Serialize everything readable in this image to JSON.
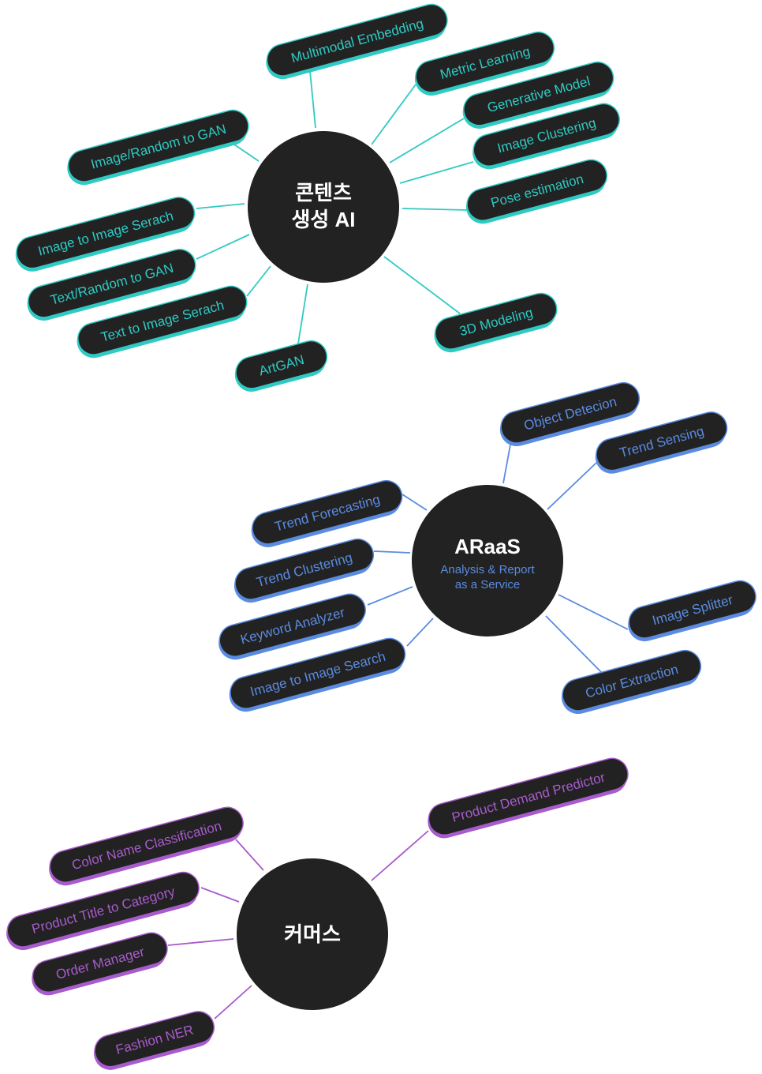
{
  "colors": {
    "teal": "#2fcac3",
    "blue": "#5a8be0",
    "purple": "#a85bcc",
    "node": "#222222",
    "hub_text": "#ffffff"
  },
  "groups": [
    {
      "id": "content-ai",
      "title_line1": "콘텐츠",
      "title_line2": "생성 AI",
      "color_key": "teal",
      "items": [
        "Multimodal Embedding",
        "Metric Learning",
        "Generative Model",
        "Image Clustering",
        "Pose estimation",
        "3D Modeling",
        "ArtGAN",
        "Text to Image Serach",
        "Text/Random to GAN",
        "Image to Image Serach",
        "Image/Random to GAN"
      ]
    },
    {
      "id": "araas",
      "title_line1": "ARaaS",
      "subtitle_line1": "Analysis & Report",
      "subtitle_line2": "as a Service",
      "color_key": "blue",
      "items": [
        "Object Detecion",
        "Trend Sensing",
        "Trend Forecasting",
        "Trend Clustering",
        "Keyword Analyzer",
        "Image to Image Search",
        "Image Splitter",
        "Color Extraction"
      ]
    },
    {
      "id": "commerce",
      "title_line1": "커머스",
      "color_key": "purple",
      "items": [
        "Product Demand Predictor",
        "Color Name Classification",
        "Product Title to Category",
        "Order Manager",
        "Fashion NER"
      ]
    }
  ]
}
